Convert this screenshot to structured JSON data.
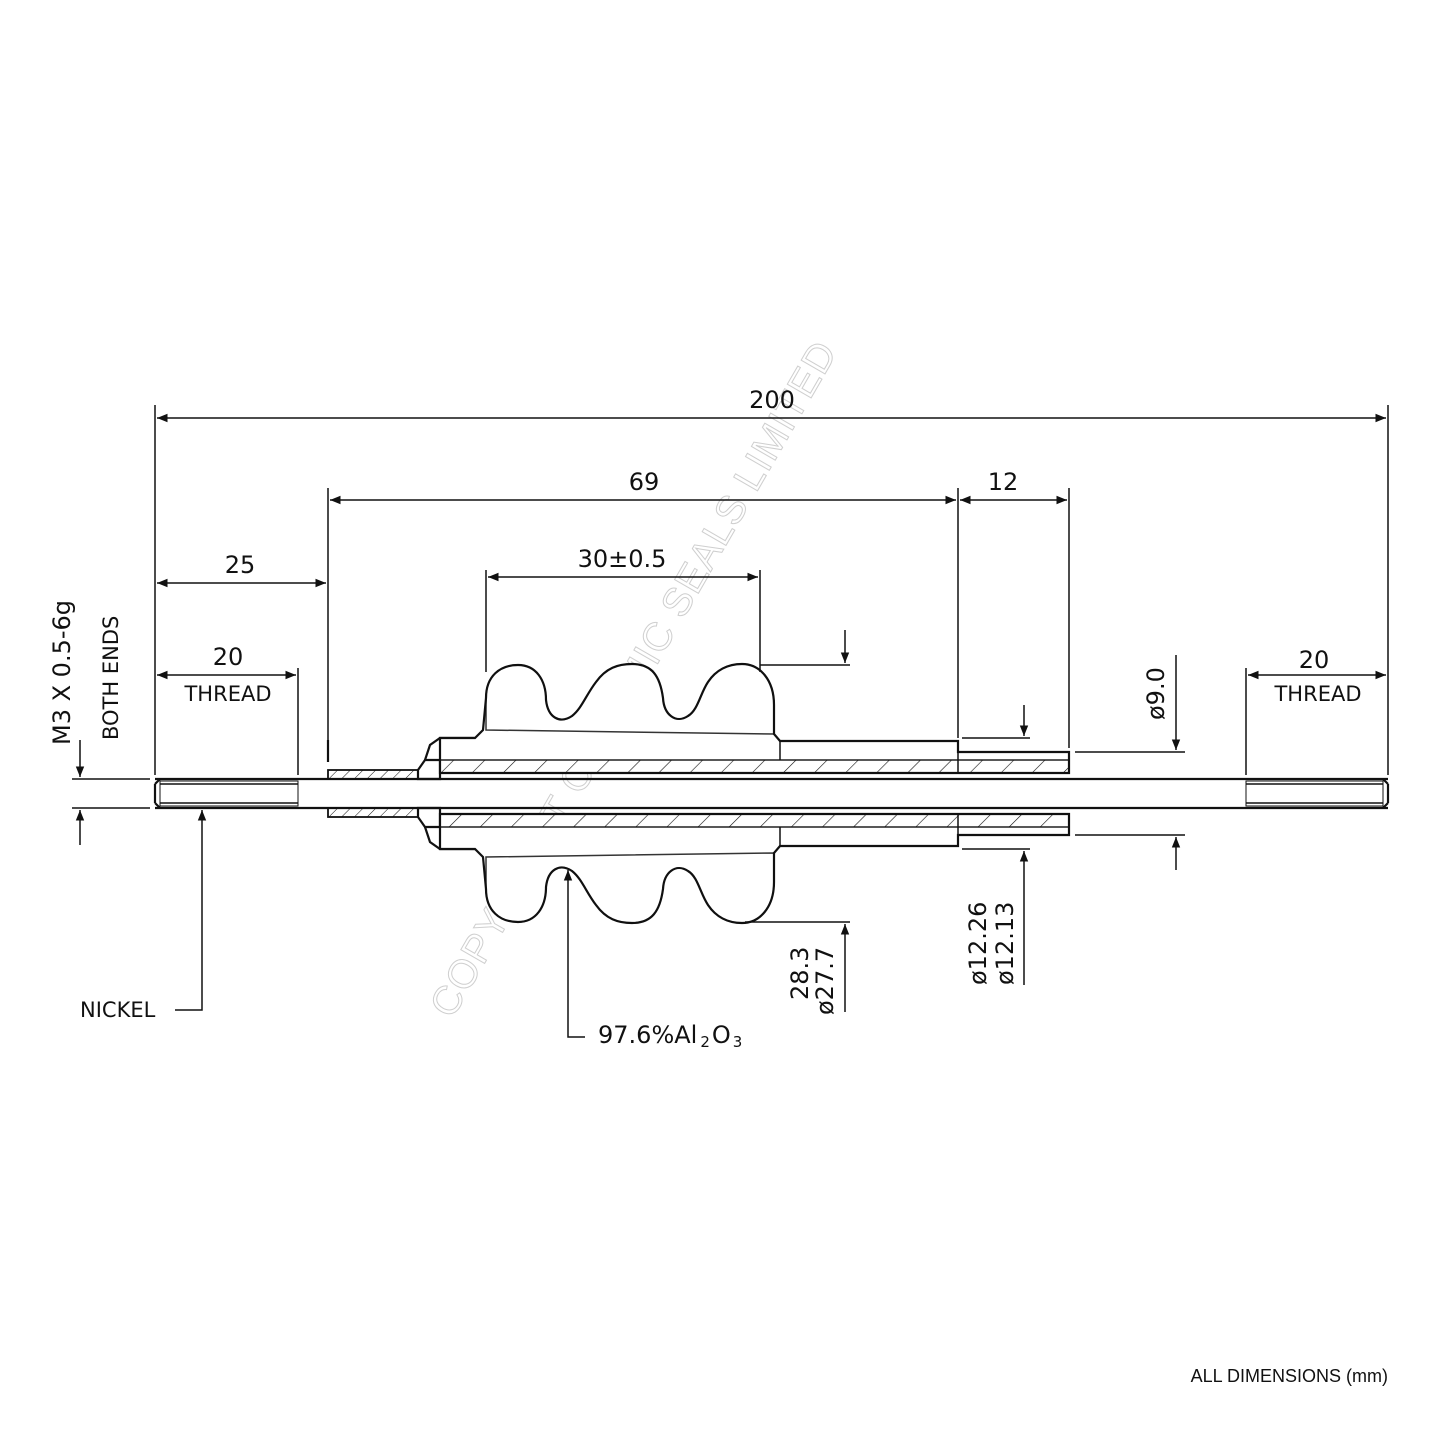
{
  "dimensions": {
    "overall_length": "200",
    "ceramic_span": "69",
    "right_step": "12",
    "shed_span": "30±0.5",
    "left_offset": "25",
    "thread_left": "20",
    "thread_right": "20",
    "thread_label": "THREAD",
    "thread_spec": "M3 X 0.5-6g",
    "thread_note": "BOTH ENDS",
    "dia_pin": "ø9.0",
    "dia_shed_a": "28.3",
    "dia_shed_b": "ø27.7",
    "dia_tube_a": "ø12.26",
    "dia_tube_b": "ø12.13"
  },
  "materials": {
    "pin": "NICKEL",
    "ceramic_prefix": "97.6%Al",
    "ceramic_sub1": "2",
    "ceramic_o": "O",
    "ceramic_sub2": "3"
  },
  "footer": {
    "units_note": "ALL DIMENSIONS (mm)"
  },
  "watermark": "COPYRIGHT CERAMIC SEALS LIMITED"
}
